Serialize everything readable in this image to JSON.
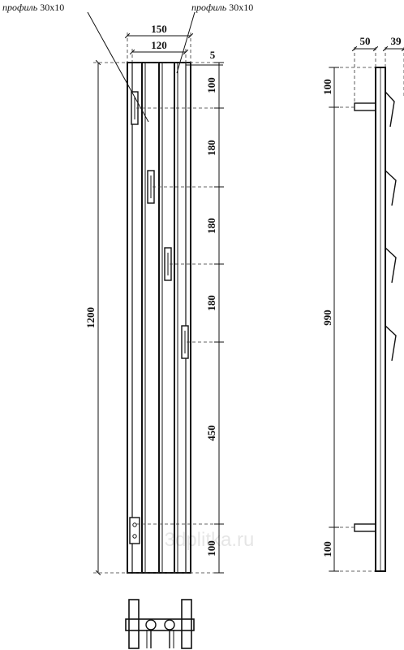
{
  "labels": {
    "profile_left_word": "профиль",
    "profile_left_size": "30x10",
    "profile_right_word": "профиль",
    "profile_right_size": "30x10"
  },
  "front_view": {
    "dim_total_width": "150",
    "dim_inner_width": "120",
    "dim_offset": "5",
    "dim_height_total": "1200",
    "dim_seg_1": "100",
    "dim_seg_2": "180",
    "dim_seg_3": "180",
    "dim_seg_4": "180",
    "dim_seg_5": "450",
    "dim_seg_6": "100"
  },
  "side_view": {
    "dim_depth_1": "50",
    "dim_depth_2": "39",
    "dim_top": "100",
    "dim_middle": "990",
    "dim_bottom": "100"
  },
  "watermark": "3dplitka.ru"
}
